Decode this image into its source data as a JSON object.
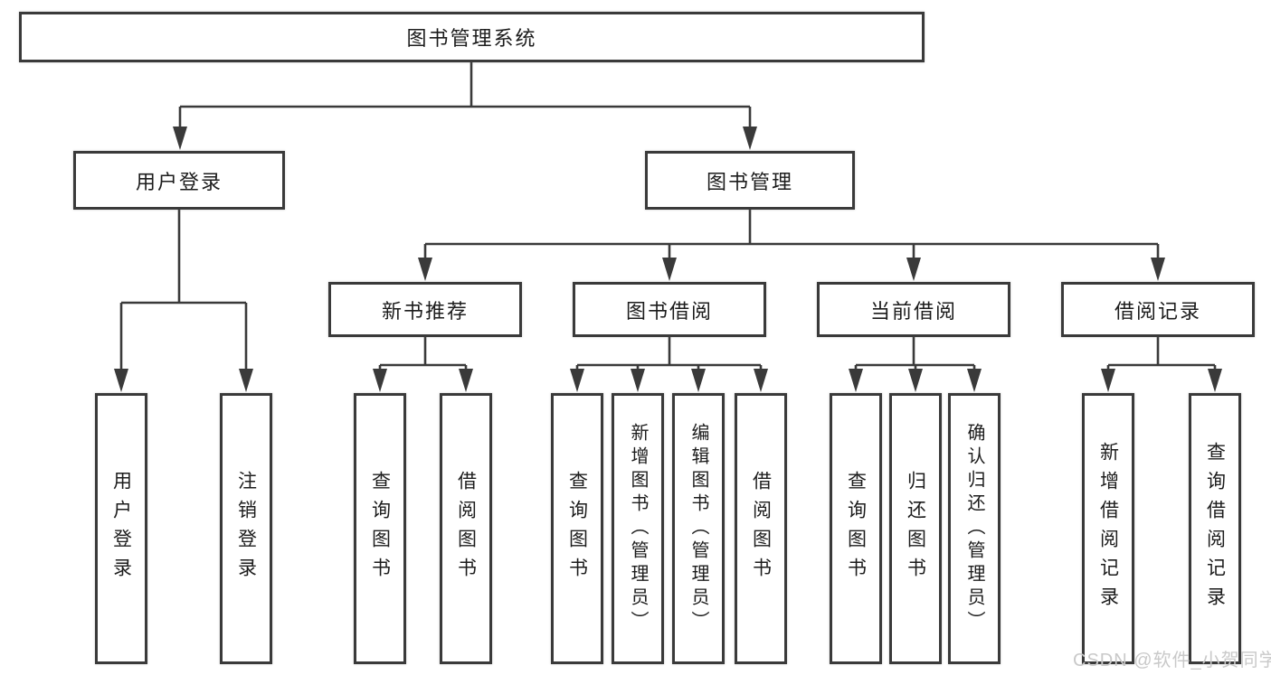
{
  "diagram_type": "hierarchy-tree",
  "colors": {
    "background": "#ffffff",
    "box_border": "#3a3a3a",
    "connector_line": "#3a3a3a",
    "text": "#1c1c1c",
    "watermark": "#c9c9c9"
  },
  "tree": {
    "root": {
      "label": "图书管理系统",
      "children": [
        {
          "label": "用户登录",
          "children": [
            {
              "label": "用户登录"
            },
            {
              "label": "注销登录"
            }
          ]
        },
        {
          "label": "图书管理",
          "children": [
            {
              "label": "新书推荐",
              "children": [
                {
                  "label": "查询图书"
                },
                {
                  "label": "借阅图书"
                }
              ]
            },
            {
              "label": "图书借阅",
              "children": [
                {
                  "label": "查询图书"
                },
                {
                  "label": "新增图书（管理员）"
                },
                {
                  "label": "编辑图书（管理员）"
                },
                {
                  "label": "借阅图书"
                }
              ]
            },
            {
              "label": "当前借阅",
              "children": [
                {
                  "label": "查询图书"
                },
                {
                  "label": "归还图书"
                },
                {
                  "label": "确认归还（管理员）"
                }
              ]
            },
            {
              "label": "借阅记录",
              "children": [
                {
                  "label": "新增借阅记录"
                },
                {
                  "label": "查询借阅记录"
                }
              ]
            }
          ]
        }
      ]
    }
  },
  "watermark": {
    "text": "CSDN @软件_小贺同学"
  }
}
